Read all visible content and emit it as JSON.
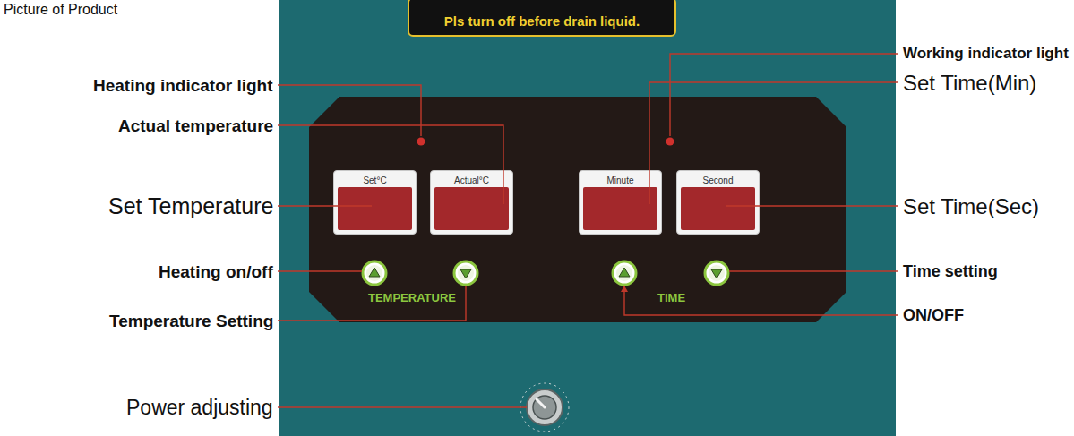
{
  "diagram": {
    "nodes": [
      {
        "text": [
          "Pls turn off before drain liquid."
        ]
      },
      {
        "text": [
          "TEMPERATURE",
          "TIME"
        ]
      },
      {
        "text": [
          "Set°C"
        ],
        "in": 1
      },
      {
        "text": [
          "Actual°C"
        ],
        "in": 1
      },
      {
        "text": [
          "Minute"
        ],
        "in": 1
      },
      {
        "text": [
          "Second"
        ],
        "in": 1
      }
    ],
    "labels": [
      "Picture of Product",
      "Heating indicator light",
      "Actual temperature",
      "Set Temperature",
      "Heating on/off",
      "Temperature Setting",
      "Power adjusting",
      "Working indicator light",
      "Set Time(Min)",
      "Set Time(Sec)",
      "Time setting",
      "ON/OFF"
    ]
  }
}
